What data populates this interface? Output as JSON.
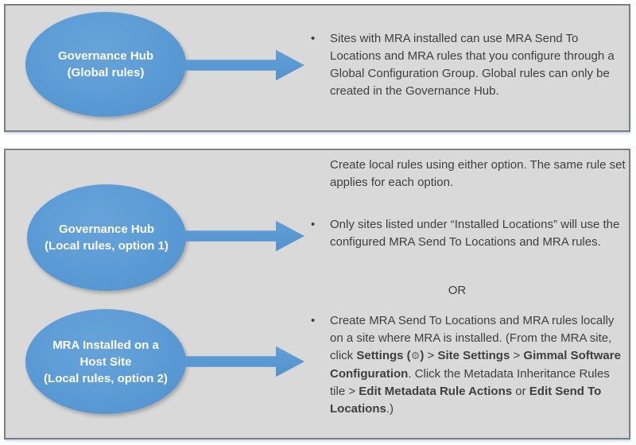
{
  "colors": {
    "accent_blue": "#5B9BD5",
    "panel_fill": "#D9D9D9",
    "panel_border": "#7F7F7F",
    "body_text": "#3F3F3F",
    "ellipse_text": "#FFFFFF"
  },
  "glyphs": {
    "bullet": "•"
  },
  "top_panel": {
    "ellipse": {
      "lines": [
        "Governance Hub",
        "(Global rules)"
      ]
    },
    "bullet_text": "Sites with MRA installed can use MRA Send To Locations and MRA rules that you configure through a Global Configuration Group. Global rules can only be created in the Governance Hub."
  },
  "bottom_panel": {
    "intro_text": "Create local rules using either option. The same rule set applies for each option.",
    "option1": {
      "ellipse": {
        "lines": [
          "Governance Hub",
          "(Local rules, option 1)"
        ]
      },
      "bullet_text": "Only sites listed under “Installed Locations” will use the configured MRA Send To Locations and MRA rules."
    },
    "or_label": "OR",
    "option2": {
      "ellipse": {
        "lines": [
          "MRA Installed on a",
          "Host Site",
          "(Local rules, option 2)"
        ]
      },
      "bullet_segments": [
        {
          "style": "regular",
          "text": "Create MRA Send To Locations and MRA rules locally on a site where MRA is installed. (From the MRA site, click "
        },
        {
          "style": "bold",
          "text": "Settings ("
        },
        {
          "style": "gear-icon",
          "text": "⚙"
        },
        {
          "style": "bold",
          "text": ")"
        },
        {
          "style": "regular",
          "text": " > "
        },
        {
          "style": "bold",
          "text": "Site Settings"
        },
        {
          "style": "regular",
          "text": " > "
        },
        {
          "style": "bold",
          "text": "Gimmal Software Configuration"
        },
        {
          "style": "regular",
          "text": ". Click the Metadata Inheritance Rules tile > "
        },
        {
          "style": "bold",
          "text": "Edit Metadata Rule Actions"
        },
        {
          "style": "regular",
          "text": " or "
        },
        {
          "style": "bold",
          "text": "Edit Send To Locations"
        },
        {
          "style": "regular",
          "text": ".)"
        }
      ]
    }
  }
}
